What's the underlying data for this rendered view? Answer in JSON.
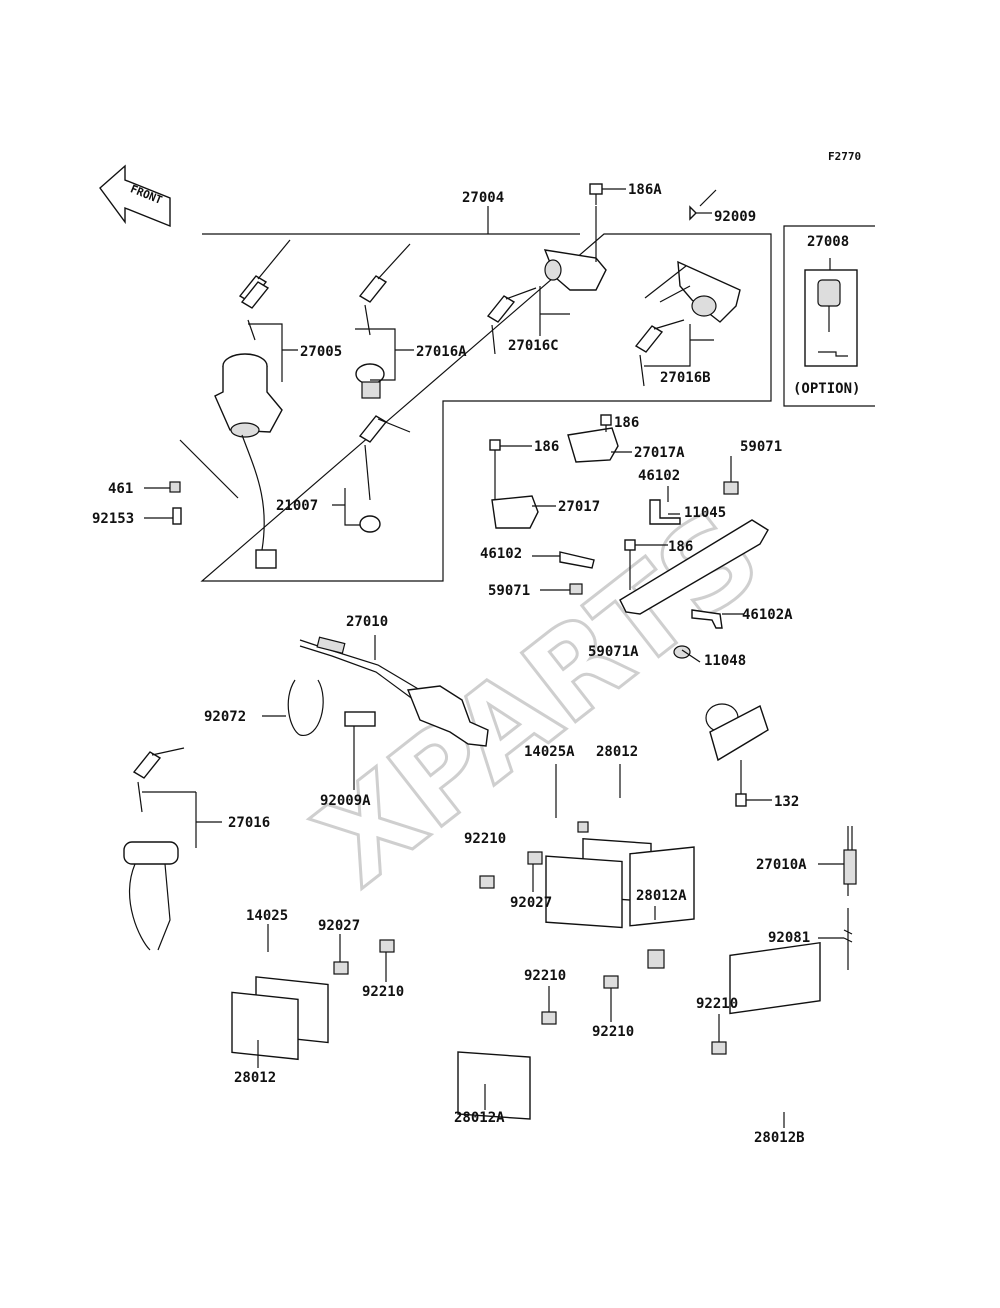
{
  "diagram_code": "F2770",
  "front_label": "FRONT",
  "watermark": "XPARTS",
  "option_label": "(OPTION)",
  "labels": {
    "p27004": "27004",
    "p27005": "27005",
    "p27016A": "27016A",
    "p27016C": "27016C",
    "p27016B": "27016B",
    "p186A": "186A",
    "p92009": "92009",
    "p27008": "27008",
    "p461": "461",
    "p92153": "92153",
    "p21007": "21007",
    "p186_top": "186",
    "p186_left": "186",
    "p27017A": "27017A",
    "p27017": "27017",
    "p59071_top": "59071",
    "p46102_top": "46102",
    "p11045": "11045",
    "p46102_mid": "46102",
    "p186_mid": "186",
    "p59071_mid": "59071",
    "p46102A": "46102A",
    "p59071A": "59071A",
    "p11048": "11048",
    "p27010": "27010",
    "p92072": "92072",
    "p92009A": "92009A",
    "p27016": "27016",
    "p14025A": "14025A",
    "p28012_top": "28012",
    "p132": "132",
    "p92210_a": "92210",
    "p92027_a": "92027",
    "p28012A_top": "28012A",
    "p27010A": "27010A",
    "p14025": "14025",
    "p92027_b": "92027",
    "p92210_b": "92210",
    "p92081": "92081",
    "p92210_c": "92210",
    "p92210_d": "92210",
    "p92210_e": "92210",
    "p28012_bot": "28012",
    "p28012A_bot": "28012A",
    "p28012B": "28012B"
  }
}
